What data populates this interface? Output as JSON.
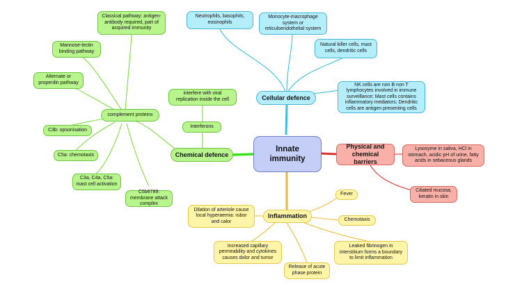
{
  "center": "Innate immunity",
  "cellular": {
    "title": "Cellular defence",
    "neutrophils": "Neutrophils, basophils, eosinophils",
    "monocyte": "Monocyte-macrophage system or reticuloendothelial system",
    "nk": "Natural killer cells, mast cells, dendritic cells",
    "nk_note": "NK cells are non B non T lymphocytes involved in immune surveillance; Mast cells contains inflammatory mediators; Dendritic cells are antigen presenting cells"
  },
  "chemical": {
    "title": "Chemical defence",
    "interferons": "Interferons",
    "interferons_note": "interfere with viral replication inside the cell",
    "complement": "complement proteins",
    "classical": "Classical pathway: antigen-antibody required, part of acquired immunity",
    "mannose": "Mannose-lectin binding pathway",
    "alternate": "Alternate or properdin pathway",
    "c3b": "C3b: opsonisation",
    "c5a": "C5a: chemotaxis",
    "c3a": "C3a, C4a, C5a: mast cell activation",
    "c5b": "C5b6789: membrane attack complex"
  },
  "physical": {
    "title": "Physical and chemical barriers",
    "lysozyme": "Lysosyme in saliva, HCl in stomach, acidic pH of urine, fatty acids in sebaceous glands",
    "ciliated": "Ciliated mucosa, keratin in skin"
  },
  "inflammation": {
    "title": "Inflammation",
    "fever": "Fever",
    "chemotaxis": "Chemotaxis",
    "dilation": "Dilation of arteriole cause local hyperaemia: rubor and calor",
    "capillary": "Increased capillary permeability and cytokines causes dolor and tumor",
    "acute": "Release of acute phase protein",
    "fibrinogen": "Leaked fibrinogen in interstitium forms a boundary to limit inflammation"
  },
  "colors": {
    "green_line": "#7ddc3c",
    "blue_line": "#3cc0e0",
    "yellow_line": "#f0b830",
    "red_line": "#d8322a"
  }
}
